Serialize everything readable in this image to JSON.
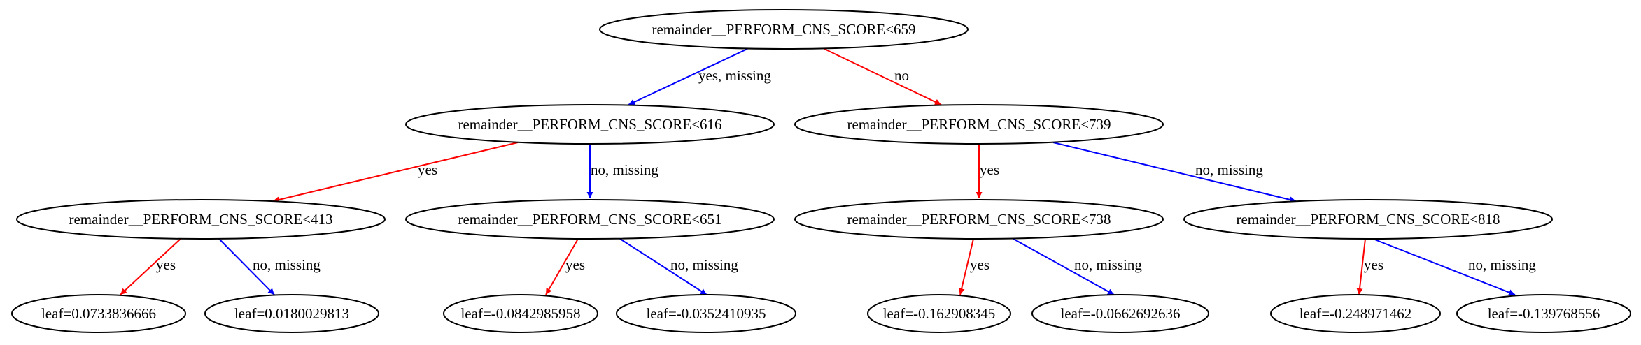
{
  "colors": {
    "yes_edge": "#ff0000",
    "no_edge": "#0000ff",
    "node_stroke": "#000000"
  },
  "nodes": {
    "n0": "remainder__PERFORM_CNS_SCORE<659",
    "n1": "remainder__PERFORM_CNS_SCORE<616",
    "n2": "remainder__PERFORM_CNS_SCORE<739",
    "n3": "remainder__PERFORM_CNS_SCORE<413",
    "n4": "remainder__PERFORM_CNS_SCORE<651",
    "n5": "remainder__PERFORM_CNS_SCORE<738",
    "n6": "remainder__PERFORM_CNS_SCORE<818",
    "l0": "leaf=0.0733836666",
    "l1": "leaf=0.0180029813",
    "l2": "leaf=-0.0842985958",
    "l3": "leaf=-0.0352410935",
    "l4": "leaf=-0.162908345",
    "l5": "leaf=-0.0662692636",
    "l6": "leaf=-0.248971462",
    "l7": "leaf=-0.139768556"
  },
  "edges": {
    "e01": "yes, missing",
    "e02": "no",
    "e13": "yes",
    "e14": "no, missing",
    "e25": "yes",
    "e26": "no, missing",
    "e3l0": "yes",
    "e3l1": "no, missing",
    "e4l2": "yes",
    "e4l3": "no, missing",
    "e5l4": "yes",
    "e5l5": "no, missing",
    "e6l6": "yes",
    "e6l7": "no, missing"
  }
}
